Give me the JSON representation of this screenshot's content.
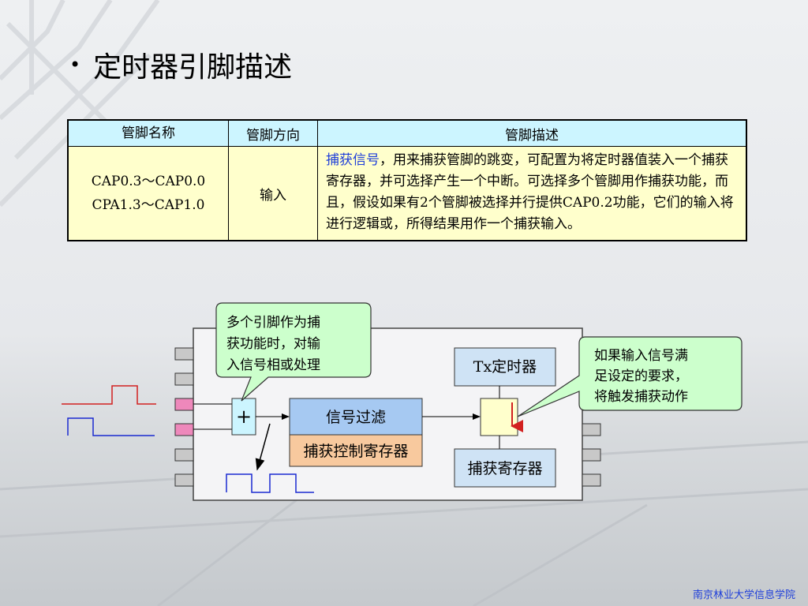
{
  "slide": {
    "bullet": "•",
    "title": "定时器引脚描述"
  },
  "table": {
    "headers": [
      "管脚名称",
      "管脚方向",
      "管脚描述"
    ],
    "row": {
      "name_line1": "CAP0.3～CAP0.0",
      "name_line2": "CPA1.3～CAP1.0",
      "direction": "输入",
      "desc_highlight": "捕获信号",
      "desc_rest": "，用来捕获管脚的跳变，可配置为将定时器值装入一个捕获寄存器，并可选择产生一个中断。可选择多个管脚用作捕获功能，而且，假设如果有2个管脚被选择并行提供CAP0.2功能，它们的输入将进行逻辑或，所得结果用作一个捕获输入。"
    }
  },
  "diagram": {
    "callout_left": [
      "多个引脚作为捕",
      "获功能时，对输",
      "入信号相或处理"
    ],
    "callout_right": [
      "如果输入信号满",
      "足设定的要求，",
      "将触发捕获动作"
    ],
    "or_symbol": "+",
    "filter_label": "信号过滤",
    "control_reg_label": "捕获控制寄存器",
    "timer_label": "Tx定时器",
    "capture_reg_label": "捕获寄存器"
  },
  "colors": {
    "table_header_bg": "#ccf5ff",
    "table_body_bg": "#ffffcc",
    "highlight_text": "#1f3fd9",
    "callout_fill": "#ccffcc",
    "filter_fill": "#a6c9f2",
    "control_reg_fill": "#f8c99e",
    "timer_fill": "#cfe3f5",
    "pin_active": "#ee88bb",
    "pin_idle": "#c8c8c8",
    "signal_red": "#d22020",
    "signal_blue": "#1a2ad0",
    "footer_text": "#1f3fd9"
  },
  "footer": "南京林业大学信息学院"
}
